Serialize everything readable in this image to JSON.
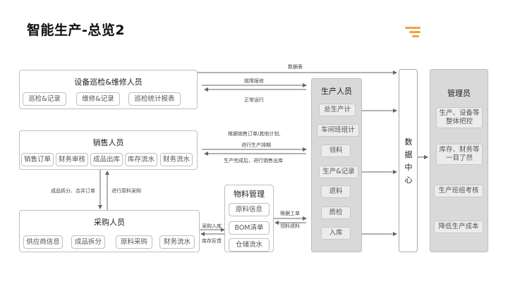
{
  "title": "智能生产-总览2",
  "icon": "lines-logo-icon",
  "equipment": {
    "title": "设备巡检&维修人员",
    "chips": [
      "巡检&记录",
      "维修&记录",
      "巡检统计报表"
    ]
  },
  "sales": {
    "title": "销售人员",
    "chips": [
      "销售订单",
      "财务审核",
      "成品出库",
      "库存流水",
      "财务流水"
    ]
  },
  "purchase": {
    "title": "采购人员",
    "chips": [
      "供应商信息",
      "成品拆分",
      "原料采购",
      "财务流水"
    ]
  },
  "material": {
    "title": "物料管理",
    "chips": [
      "原料信息",
      "BOM清单",
      "仓储流水"
    ]
  },
  "production": {
    "title": "生产人员",
    "chips": [
      "总生产计",
      "车间班组计",
      "领料",
      "生产&记录",
      "退料",
      "质检",
      "入库"
    ]
  },
  "datacenter": {
    "chars": [
      "数",
      "据",
      "中",
      "心"
    ]
  },
  "manager": {
    "title": "管理员",
    "chips": [
      "生产、设备等整体把控",
      "库存、财务等一目了然",
      "生产班组考核",
      "降低生产成本"
    ]
  },
  "labels": {
    "data_table": "数据表",
    "fault_report": "故障报修",
    "normal_run": "正常运行",
    "plan_line1": "根据销售订单/其他计划,",
    "plan_line2": "进行生产排期",
    "after_production": "生产完成后，进行销售出库",
    "split_orders": "成品拆分、合并订单",
    "raw_purchase": "进行原料采购",
    "purchase_in": "采购入库",
    "stock_feedback": "库存反馈",
    "by_work_order": "根据工单",
    "picking_return": "领料退料"
  }
}
